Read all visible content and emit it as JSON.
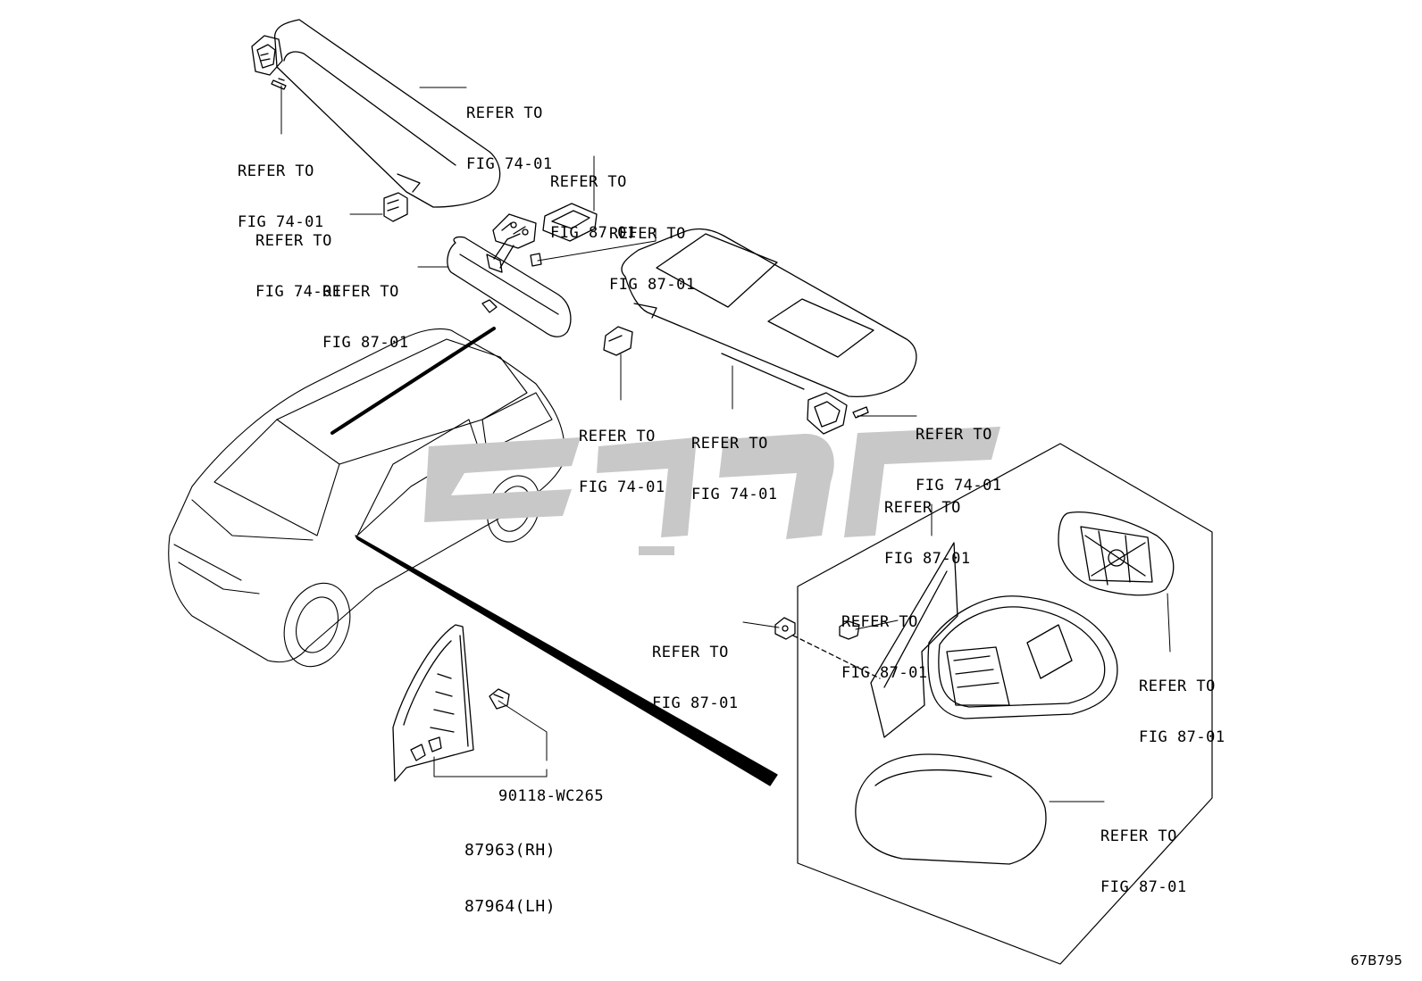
{
  "labels": {
    "refer_line1": "REFER TO",
    "fig_74_01": "FIG 74-01",
    "fig_87_01": "FIG 87-01"
  },
  "parts": {
    "bolt": "90118-WC265",
    "rh": "87963(RH)",
    "lh": "87964(LH)"
  },
  "figure_code": "67B795",
  "colors": {
    "line": "#000000",
    "watermark": "#c8c8c8"
  }
}
